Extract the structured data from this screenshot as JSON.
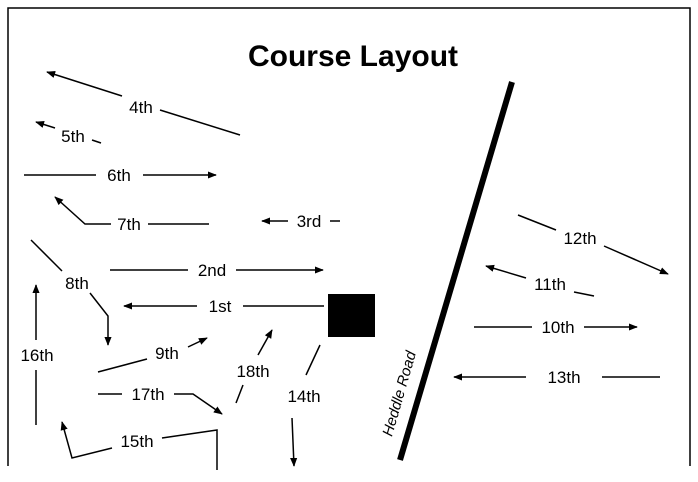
{
  "title": "Course Layout",
  "road_label": "Heddle Road",
  "holes": [
    {
      "id": "1st",
      "label": "1st"
    },
    {
      "id": "2nd",
      "label": "2nd"
    },
    {
      "id": "3rd",
      "label": "3rd"
    },
    {
      "id": "4th",
      "label": "4th"
    },
    {
      "id": "5th",
      "label": "5th"
    },
    {
      "id": "6th",
      "label": "6th"
    },
    {
      "id": "7th",
      "label": "7th"
    },
    {
      "id": "8th",
      "label": "8th"
    },
    {
      "id": "9th",
      "label": "9th"
    },
    {
      "id": "10th",
      "label": "10th"
    },
    {
      "id": "11th",
      "label": "11th"
    },
    {
      "id": "12th",
      "label": "12th"
    },
    {
      "id": "13th",
      "label": "13th"
    },
    {
      "id": "14th",
      "label": "14th"
    },
    {
      "id": "15th",
      "label": "15th"
    },
    {
      "id": "16th",
      "label": "16th"
    },
    {
      "id": "17th",
      "label": "17th"
    },
    {
      "id": "18th",
      "label": "18th"
    }
  ],
  "colors": {
    "ink": "#000000",
    "background": "#ffffff"
  }
}
